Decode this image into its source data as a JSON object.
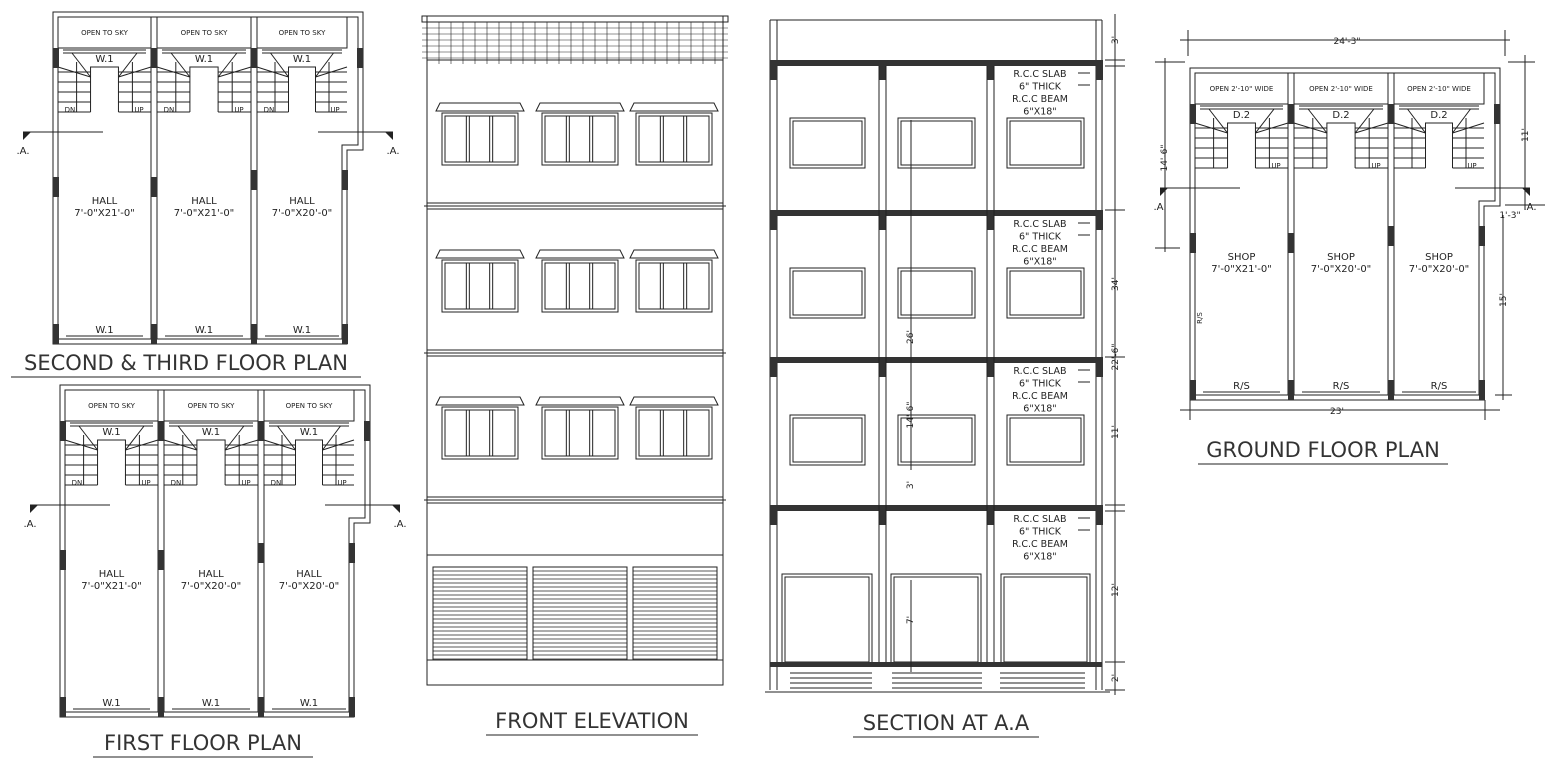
{
  "colors": {
    "line": "#222222",
    "column": "#333333",
    "background": "#ffffff"
  },
  "plans": {
    "second_third": {
      "title": "SECOND & THIRD FLOOR PLAN",
      "units": [
        {
          "top": "OPEN TO SKY",
          "window": "W.1",
          "dn": "DN",
          "up": "UP",
          "room": "HALL",
          "size": "7'-0\"X21'-0\"",
          "bottom": "W.1"
        },
        {
          "top": "OPEN TO SKY",
          "window": "W.1",
          "dn": "DN",
          "up": "UP",
          "room": "HALL",
          "size": "7'-0\"X21'-0\"",
          "bottom": "W.1"
        },
        {
          "top": "OPEN TO SKY",
          "window": "W.1",
          "dn": "DN",
          "up": "UP",
          "room": "HALL",
          "size": "7'-0\"X20'-0\"",
          "bottom": "W.1"
        }
      ],
      "section_mark_left": ".A.",
      "section_mark_right": ".A."
    },
    "first": {
      "title": "FIRST FLOOR PLAN",
      "units": [
        {
          "top": "OPEN TO SKY",
          "window": "W.1",
          "dn": "DN",
          "up": "UP",
          "room": "HALL",
          "size": "7'-0\"X21'-0\"",
          "bottom": "W.1"
        },
        {
          "top": "OPEN TO SKY",
          "window": "W.1",
          "dn": "DN",
          "up": "UP",
          "room": "HALL",
          "size": "7'-0\"X20'-0\"",
          "bottom": "W.1"
        },
        {
          "top": "OPEN TO SKY",
          "window": "W.1",
          "dn": "DN",
          "up": "UP",
          "room": "HALL",
          "size": "7'-0\"X20'-0\"",
          "bottom": "W.1"
        }
      ],
      "section_mark_left": ".A.",
      "section_mark_right": ".A."
    },
    "ground": {
      "title": "GROUND FLOOR PLAN",
      "units": [
        {
          "top": "OPEN 2'-10\" WIDE",
          "window": "D.2",
          "dn": "",
          "up": "UP",
          "room": "SHOP",
          "size": "7'-0\"X21'-0\"",
          "bottom": "R/S"
        },
        {
          "top": "OPEN 2'-10\" WIDE",
          "window": "D.2",
          "dn": "",
          "up": "UP",
          "room": "SHOP",
          "size": "7'-0\"X20'-0\"",
          "bottom": "R/S"
        },
        {
          "top": "OPEN 2'-10\" WIDE",
          "window": "D.2",
          "dn": "",
          "up": "UP",
          "room": "SHOP",
          "size": "7'-0\"X20'-0\"",
          "bottom": "R/S"
        }
      ],
      "side_label": "R/S",
      "section_mark_left": ".A.",
      "section_mark_right": ".A.",
      "dims": {
        "top": "24'-3\"",
        "bottom": "23'",
        "left": "14'-6\"",
        "right_top": "11'",
        "right_step": "1'-3\"",
        "right_bottom": "15'"
      }
    }
  },
  "elevation": {
    "title": "FRONT ELEVATION"
  },
  "section": {
    "title": "SECTION AT A.A",
    "floor_notes": [
      [
        "R.C.C SLAB",
        "6\" THICK",
        "R.C.C BEAM",
        "6\"X18\""
      ],
      [
        "R.C.C SLAB",
        "6\" THICK",
        "R.C.C BEAM",
        "6\"X18\""
      ],
      [
        "R.C.C SLAB",
        "6\" THICK",
        "R.C.C BEAM",
        "6\"X18\""
      ],
      [
        "R.C.C SLAB",
        "6\" THICK",
        "R.C.C BEAM",
        "6\"X18\""
      ]
    ],
    "right_dims": [
      "3'",
      "34'",
      "22'-6\"",
      "11'",
      "12'",
      "2'"
    ],
    "center_dims": [
      "26'",
      "14'-6\"",
      "3'",
      "7'"
    ]
  }
}
